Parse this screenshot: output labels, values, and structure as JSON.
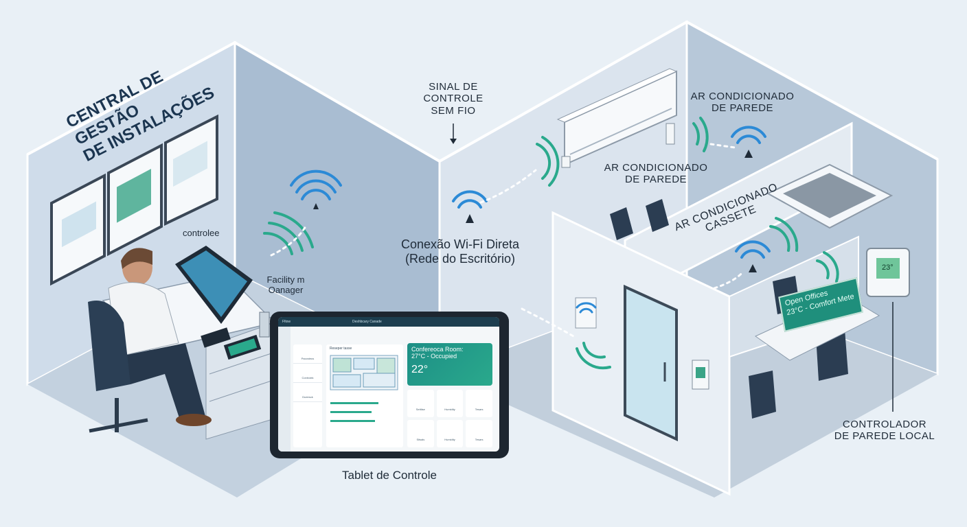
{
  "labels": {
    "center_title_line1": "CENTRAL DE GESTÃO",
    "center_title_line2": "DE INSTALAÇÕES",
    "controlee": "controlee",
    "facility_line1": "Facility m",
    "facility_line2": "Oanager",
    "signal_line1": "SINAL DE",
    "signal_line2": "CONTROLE",
    "signal_line3": "SEM FIO",
    "wifi_line1": "Conexão Wi-Fi Direta",
    "wifi_line2": "(Rede do Escritório)",
    "ac_wall_top_line1": "AR CONDICIONADO",
    "ac_wall_top_line2": "DE PAREDE",
    "ac_wall_mid_line1": "AR CONDICIONADO",
    "ac_wall_mid_line2": "DE PAREDE",
    "ac_cassette_line1": "AR CONDICIONADO",
    "ac_cassette_line2": "CASSETE",
    "tablet_caption": "Tablet de Controle",
    "controller_line1": "CONTROLADOR",
    "controller_line2": "DE PAREDE LOCAL"
  },
  "tablet": {
    "top_left": "Ffiow",
    "top_center": "Deshbcary Canade",
    "conference_line1": "Confereoca Room:",
    "conference_line2": "27°C - Occupied",
    "conference_temp": "22°",
    "nav_items": [
      "Paccsteus",
      "Controlek",
      "Dueesck"
    ],
    "map_title": "Reseper tasse",
    "cards": [
      "Setitise",
      "Humidity",
      "Tesars",
      "Sitsals",
      "Humidity",
      "Tesars"
    ]
  },
  "wall_sign": {
    "line1": "Open Offices",
    "line2": "23°C - Comfort Mete"
  },
  "thermostat_value": "23°",
  "colors": {
    "wall_light": "#dfe8f1",
    "wall_mid": "#b9c9da",
    "wall_dark": "#8fa6bf",
    "floor": "#c6d3e0",
    "accent_green": "#2aa98c",
    "accent_blue": "#2c8ad6"
  }
}
